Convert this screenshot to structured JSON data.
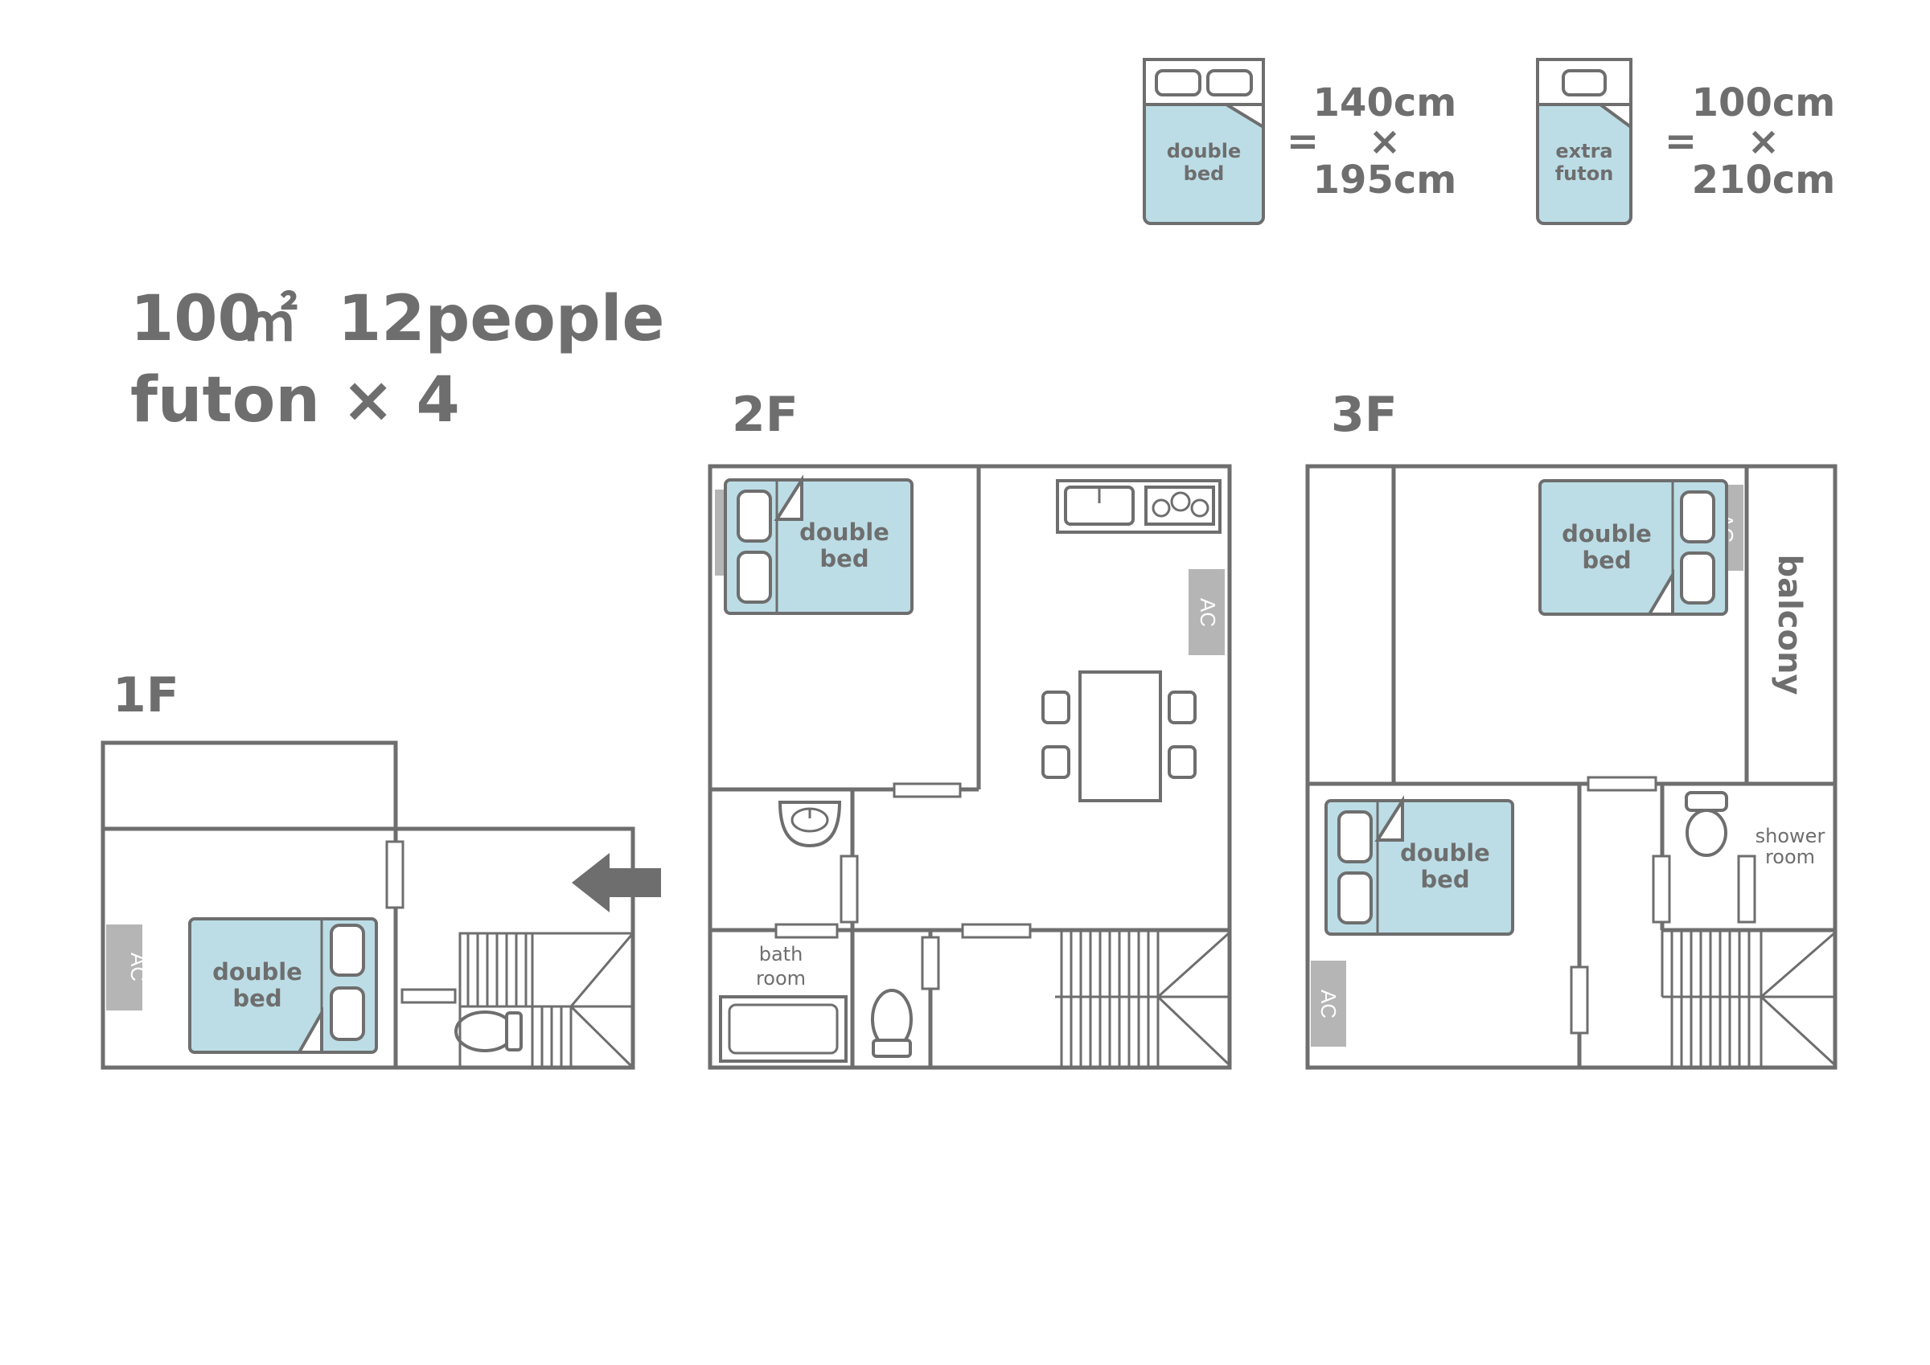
{
  "summary": {
    "area": "100",
    "area_unit": "㎡",
    "people": "12people",
    "futon": "futon × 4"
  },
  "legend": {
    "double_bed_label_1": "double",
    "double_bed_label_2": "bed",
    "double_bed_width": "140cm",
    "double_bed_times": "×",
    "double_bed_length": "195cm",
    "futon_label_1": "extra",
    "futon_label_2": "futon",
    "futon_width": "100cm",
    "futon_times": "×",
    "futon_length": "210cm",
    "equals": "="
  },
  "floors": {
    "f1": {
      "label": "1F",
      "bed_1": "double",
      "bed_2": "bed",
      "ac": "AC"
    },
    "f2": {
      "label": "2F",
      "bed_1": "double",
      "bed_2": "bed",
      "ac": "AC",
      "bath_1": "bath",
      "bath_2": "room"
    },
    "f3": {
      "label": "3F",
      "bed_1": "double",
      "bed_2": "bed",
      "ac": "AC",
      "balcony": "balcony",
      "shower_1": "shower",
      "shower_2": "room"
    }
  },
  "colors": {
    "wall": "#6e6e6e",
    "bed": "#bcdde6",
    "ac": "#b5b5b5"
  }
}
